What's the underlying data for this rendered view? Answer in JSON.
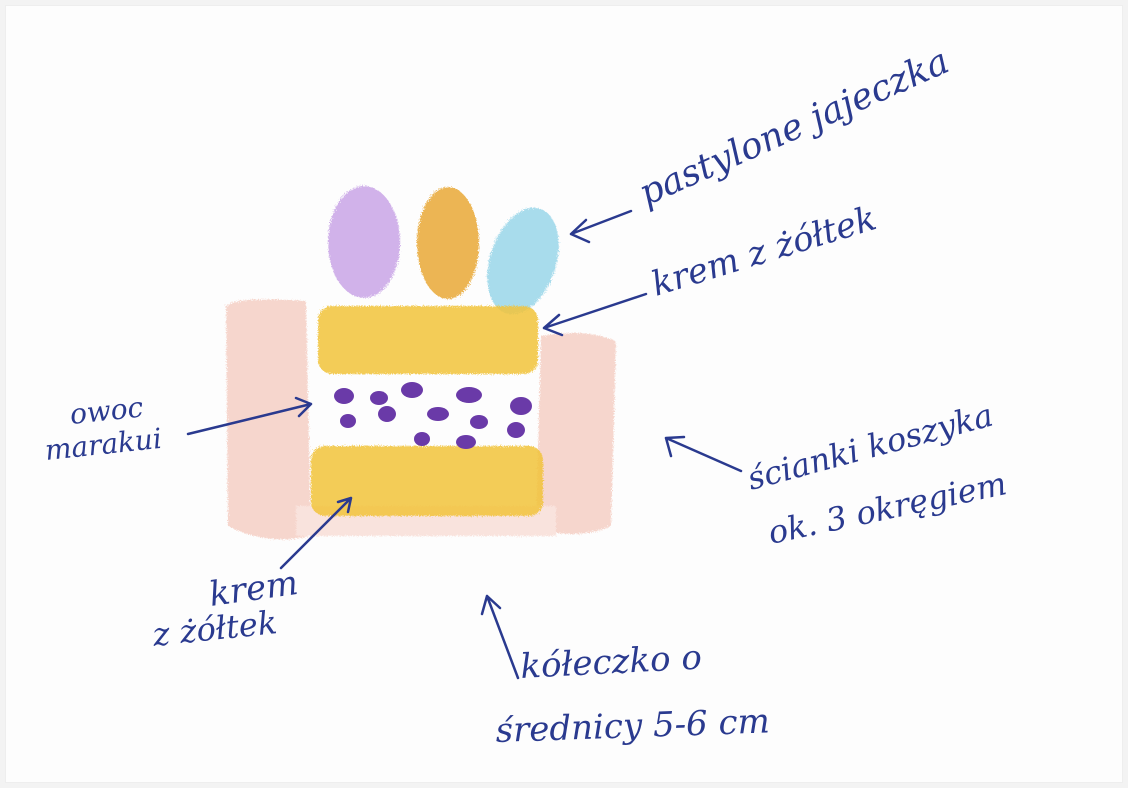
{
  "colors": {
    "ink": "#2a3a8f",
    "lilac_egg": "#c9a6e6",
    "orange_egg": "#e9a935",
    "blue_egg": "#9fd8ea",
    "cream_layer": "#f2c43a",
    "berries": "#6a3aa8",
    "basket_walls": "#f1b7a6"
  },
  "labels": {
    "eggs": "pastylone jajeczka",
    "cream_top": "krem z żółtek",
    "fruit_line1": "owoc",
    "fruit_line2": "marakui",
    "walls_line1": "ścianki koszyka",
    "walls_line2": "ok. 3 okręgiem",
    "cream_bottom_line1": "krem",
    "cream_bottom_line2": "z żółtek",
    "base_line1": "kółeczko o",
    "base_line2": "średnicy 5-6 cm"
  }
}
